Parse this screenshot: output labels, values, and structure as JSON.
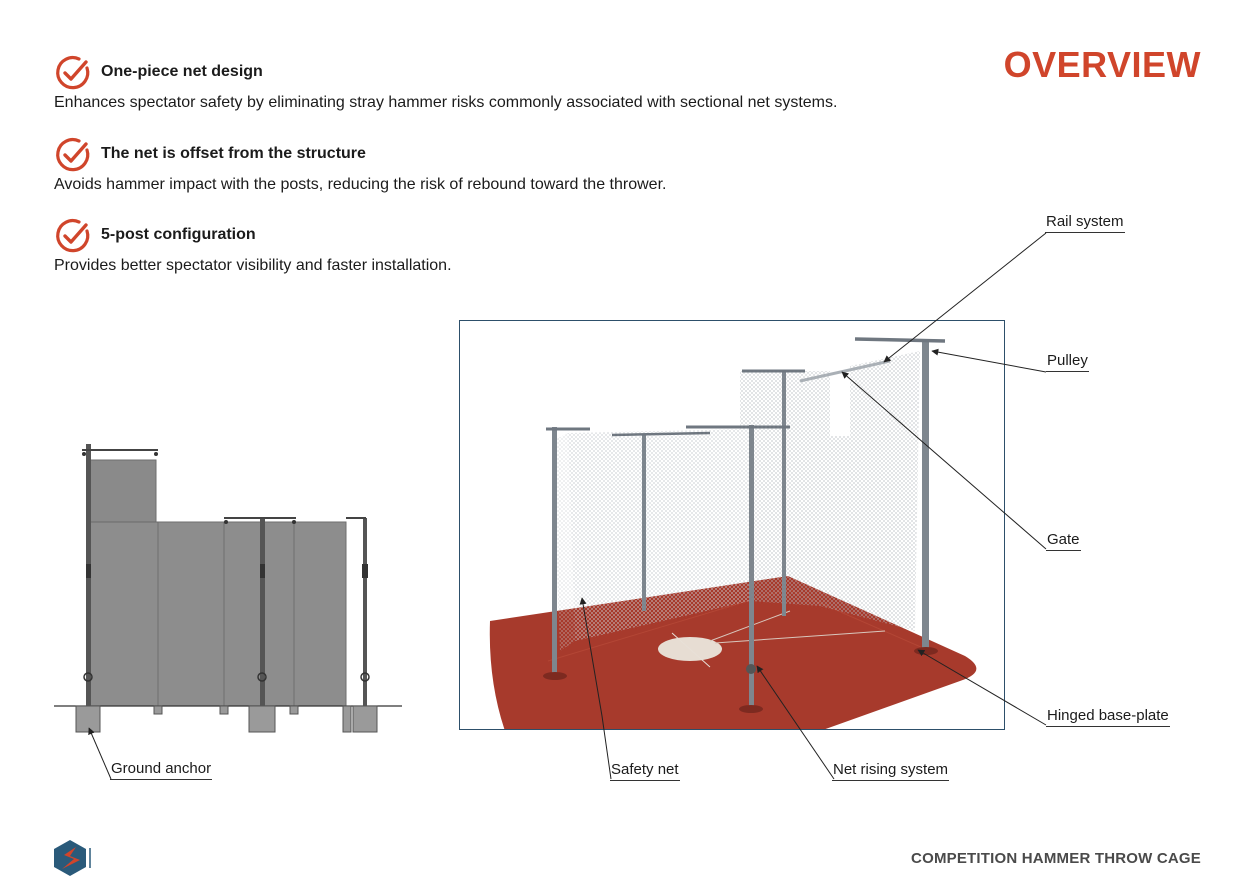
{
  "header": {
    "title": "OVERVIEW"
  },
  "features": [
    {
      "title": "One-piece net design",
      "description": "Enhances spectator safety by eliminating stray hammer risks commonly associated with sectional net systems."
    },
    {
      "title": "The net is offset from the structure",
      "description": "Avoids hammer impact with the posts, reducing the risk of rebound toward the thrower."
    },
    {
      "title": "5-post configuration",
      "description": "Provides better spectator visibility and faster installation."
    }
  ],
  "callouts": {
    "rail_system": "Rail system",
    "pulley": "Pulley",
    "gate": "Gate",
    "hinged_base_plate": "Hinged base-plate",
    "safety_net": "Safety net",
    "net_rising_system": "Net rising system",
    "ground_anchor": "Ground anchor"
  },
  "footer": {
    "title": "COMPETITION HAMMER THROW CAGE"
  },
  "colors": {
    "accent": "#d0452b",
    "track": "#a73a2c",
    "logo_blue": "#2a5a7a",
    "frame": "#2d4f6a"
  },
  "icons": {
    "feature_bullet": "check-circle-icon",
    "brand": "brand-logo-icon"
  }
}
